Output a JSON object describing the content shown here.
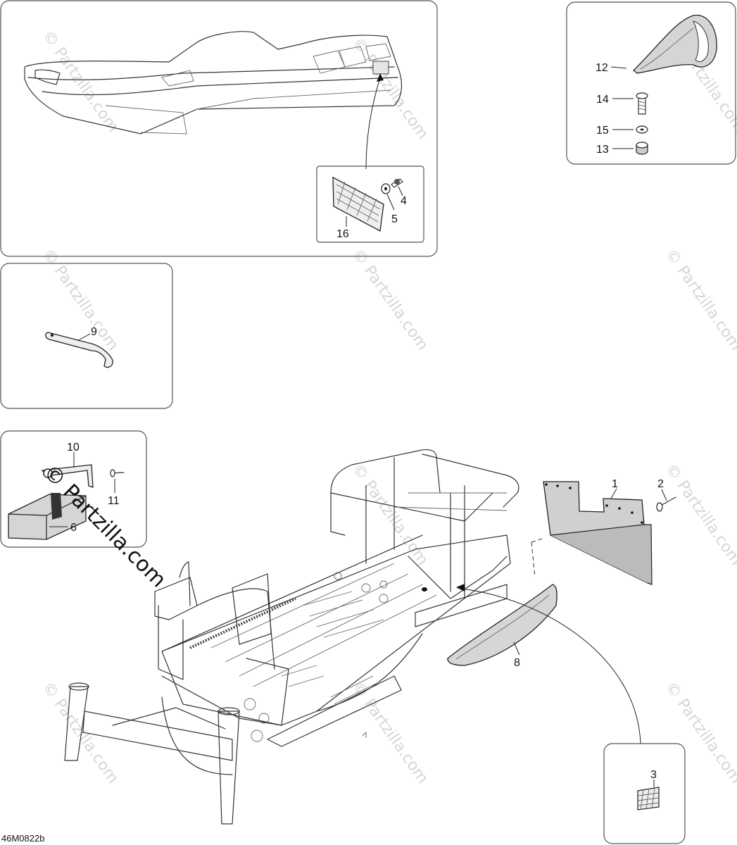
{
  "diagram_code": "46M0822b",
  "watermark": "© Partzilla.com",
  "watermark_large": "© Partzilla.com",
  "callouts": {
    "c1": "1",
    "c2": "2",
    "c3": "3",
    "c4": "4",
    "c5": "5",
    "c6": "6",
    "c8": "8",
    "c9": "9",
    "c10": "10",
    "c11": "11",
    "c12": "12",
    "c13": "13",
    "c14": "14",
    "c15": "15",
    "c16": "16"
  },
  "icons": [
    "reflector-decal-icon",
    "screw-icon",
    "washer-icon",
    "grommet-icon",
    "hand-guard-icon",
    "spanner-wrench-icon",
    "bracket-icon",
    "rivet-icon",
    "mud-flap-icon",
    "side-reflector-icon"
  ]
}
